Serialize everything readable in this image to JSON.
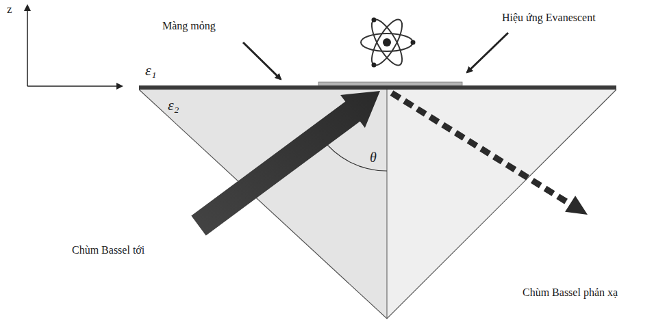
{
  "diagram": {
    "labels": [
      "z",
      "Màng mỏng",
      "Hiệu ứng Evanescent",
      "ε₁",
      "ε₂",
      "θ",
      "Chùm Bassel tới",
      "Chùm Bassel phản xạ"
    ]
  }
}
